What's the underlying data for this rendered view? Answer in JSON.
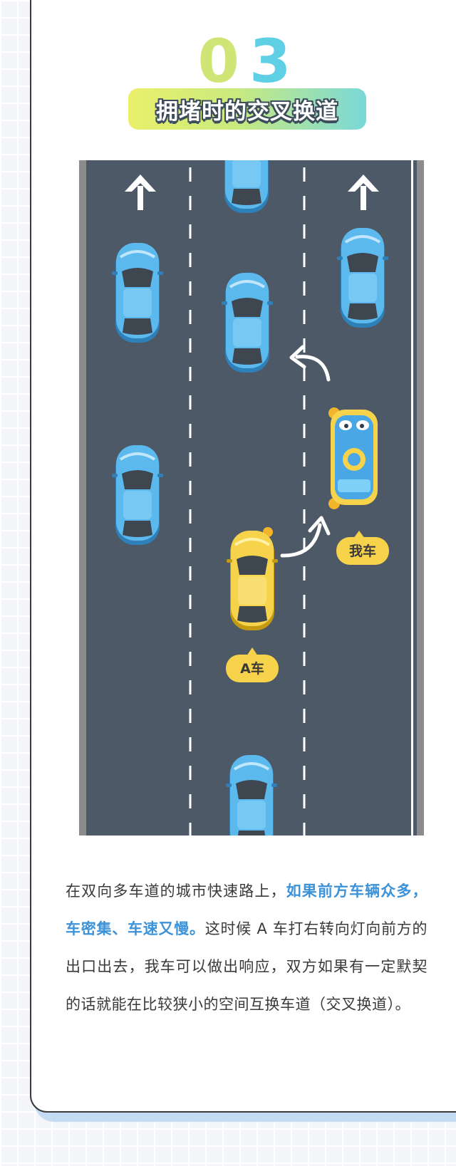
{
  "section": {
    "number_digits": [
      "0",
      "3"
    ],
    "title": "拥堵时的交叉换道"
  },
  "illustration": {
    "labels": {
      "my_car": "我车",
      "car_a": "A车"
    }
  },
  "description": {
    "part1": "在双向多车道的城市快速路上，",
    "highlight": "如果前方车辆众多，车密集、车速又慢。",
    "part2": "这时候 A 车打右转向灯向前方的出口出去，我车可以做出响应，双方如果有一定默契的话就能在比较狭小的空间互换车道（交叉换道）。"
  },
  "colors": {
    "road": "#4d5966",
    "car_blue": "#5bb9ee",
    "car_yellow": "#f6d34a",
    "highlight_text": "#3d93d9",
    "card_shadow": "#c3dcf3"
  }
}
